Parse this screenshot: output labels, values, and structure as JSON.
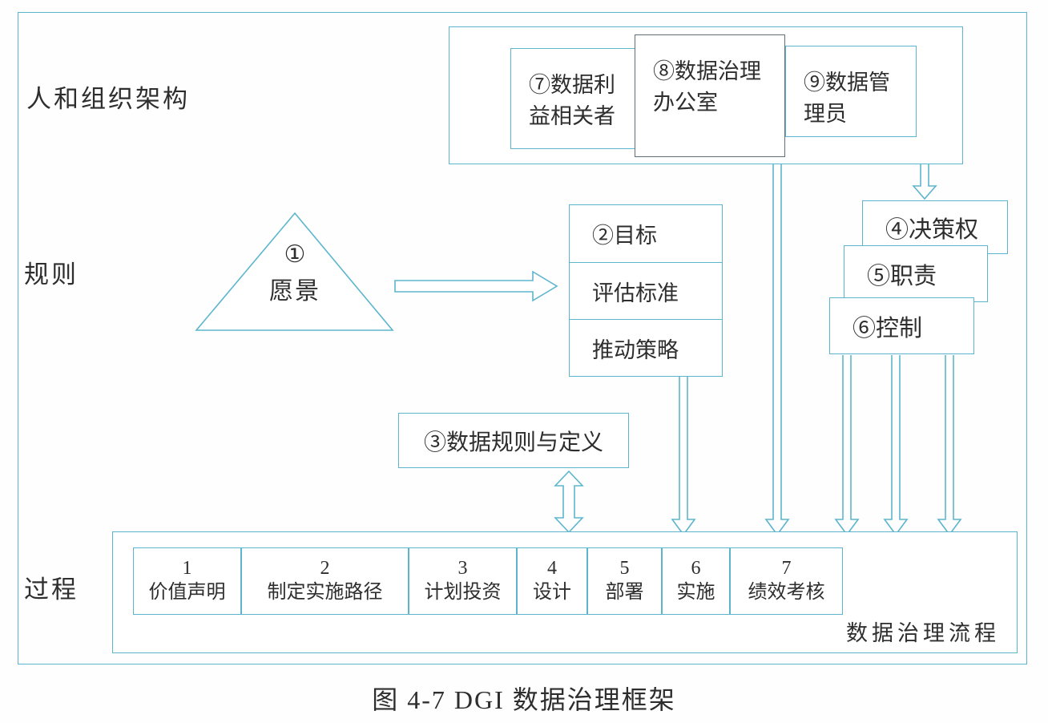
{
  "figure": {
    "caption": "图 4-7  DGI 数据治理框架"
  },
  "rows": {
    "people_org": "人和组织架构",
    "rules": "规则",
    "process": "过程"
  },
  "org": {
    "stakeholders": "⑦数据利\n益相关者",
    "governance_office": "⑧数据治理\n办公室",
    "data_stewards": "⑨数据管\n理员"
  },
  "vision": {
    "num": "①",
    "label": "愿景"
  },
  "goals": {
    "goal": "②目标",
    "metrics": "评估标准",
    "strategy": "推动策略"
  },
  "cascade": {
    "decision_rights": "④决策权",
    "accountability": "⑤职责",
    "control": "⑥控制"
  },
  "data_rules": {
    "label": "③数据规则与定义"
  },
  "process": {
    "steps": [
      {
        "num": "1",
        "label": "价值声明"
      },
      {
        "num": "2",
        "label": "制定实施路径"
      },
      {
        "num": "3",
        "label": "计划投资"
      },
      {
        "num": "4",
        "label": "设计"
      },
      {
        "num": "5",
        "label": "部署"
      },
      {
        "num": "6",
        "label": "实施"
      },
      {
        "num": "7",
        "label": "绩效考核"
      }
    ],
    "flow_label": "数据治理流程"
  },
  "colors": {
    "line": "#5db5cd",
    "line_dark": "#5f6e79",
    "text": "#2e2e2e",
    "bg": "#fefefe"
  }
}
